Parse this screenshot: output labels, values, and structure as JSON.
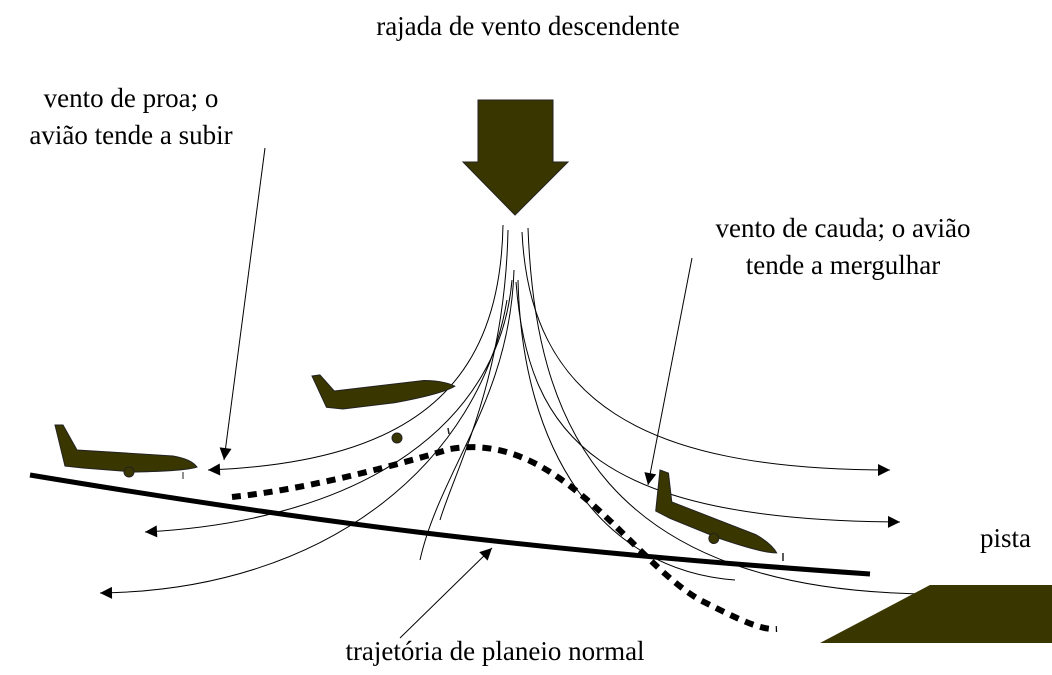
{
  "labels": {
    "title": "rajada de vento descendente",
    "headwind_line1": "vento de proa; o",
    "headwind_line2": "avião tende a subir",
    "tailwind_line1": "vento de cauda; o avião",
    "tailwind_line2": "tende a mergulhar",
    "runway": "pista",
    "normal_path": "trajetória de planeio normal"
  },
  "colors": {
    "fill": "#3a3600",
    "line": "#000000",
    "background": "#ffffff"
  },
  "icons": [
    "downdraft-arrow-icon",
    "airplane-icon",
    "runway-icon"
  ]
}
